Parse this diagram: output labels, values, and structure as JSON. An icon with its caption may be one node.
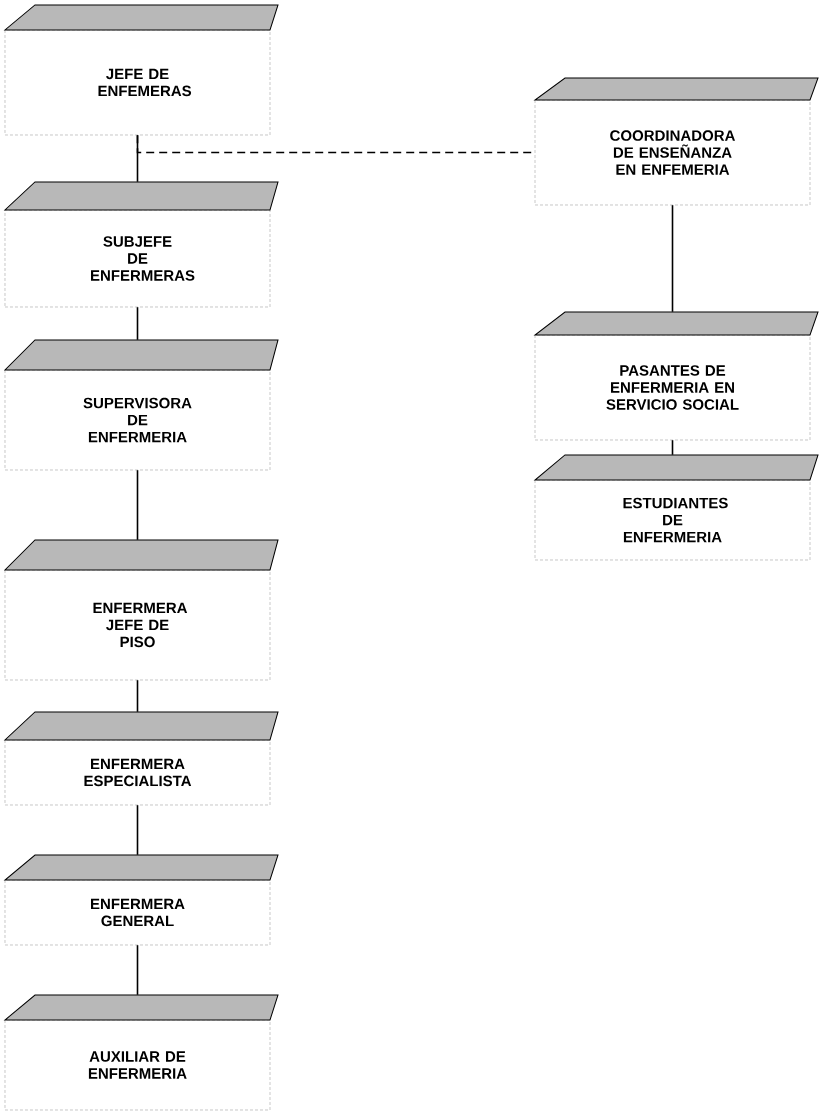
{
  "diagram": {
    "nodes": [
      {
        "text": [
          "JEFE DE ENFEMERAS"
        ]
      },
      {
        "text": [
          "SUBJEFE DE ENFERMERAS"
        ]
      },
      {
        "text": [
          "SUPERVISORA DE ENFERMERIA"
        ]
      },
      {
        "text": [
          "ENFERMERA JEFE DE PISO"
        ]
      },
      {
        "text": [
          "ENFERMERA ESPECIALISTA"
        ]
      },
      {
        "text": [
          "ENFERMERA GENERAL"
        ]
      },
      {
        "text": [
          "AUXILIAR DE ENFERMERIA"
        ]
      },
      {
        "text": [
          "COORDINADORA DE ENSEÑANZA EN ENFEMERIA"
        ]
      },
      {
        "text": [
          "PASANTES DE ENFERMERIA EN SERVICIO SOCIAL"
        ]
      },
      {
        "text": [
          "ESTUDIANTES DE ENFERMERIA"
        ]
      }
    ],
    "edges": [
      {
        "from": 0,
        "to": 1,
        "arrow": "none"
      },
      {
        "from": 1,
        "to": 2,
        "arrow": "none"
      },
      {
        "from": 2,
        "to": 3,
        "arrow": "none"
      },
      {
        "from": 3,
        "to": 4,
        "arrow": "none"
      },
      {
        "from": 4,
        "to": 5,
        "arrow": "none"
      },
      {
        "from": 5,
        "to": 6,
        "arrow": "none"
      },
      {
        "from": 0,
        "to": 7,
        "arrow": "none",
        "style": "dashed"
      },
      {
        "from": 7,
        "to": 8,
        "arrow": "none"
      },
      {
        "from": 8,
        "to": 9,
        "arrow": "none"
      }
    ]
  }
}
